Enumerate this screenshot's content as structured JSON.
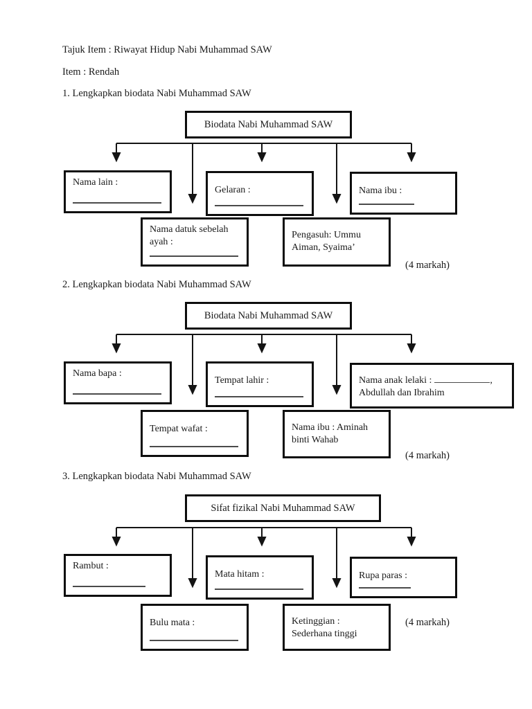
{
  "page": {
    "title_line": "Tajuk Item : Riwayat Hidup Nabi Muhammad SAW",
    "item_line": "Item : Rendah"
  },
  "colors": {
    "box_border": "#0d0d0d",
    "text": "#1a1a1a",
    "blank_line": "#4a4a4a",
    "background": "#ffffff"
  },
  "sections": [
    {
      "prompt": "1. Lengkapkan biodata Nabi Muhammad SAW",
      "top_box": "Biodata Nabi Muhammad SAW",
      "marks": "(4 markah)",
      "boxes": {
        "r1b1": {
          "label": "Nama lain :"
        },
        "r1b2": {
          "label": "Gelaran :"
        },
        "r1b3": {
          "label": "Nama ibu :"
        },
        "r2b1": {
          "line1": "Nama datuk sebelah",
          "line2": "ayah :"
        },
        "r2b2": {
          "line1": "Pengasuh: Ummu",
          "line2": "Aiman, Syaima’"
        }
      }
    },
    {
      "prompt": "2. Lengkapkan biodata Nabi Muhammad SAW",
      "top_box": "Biodata Nabi Muhammad SAW",
      "marks": "(4 markah)",
      "boxes": {
        "r1b1": {
          "label": "Nama bapa :"
        },
        "r1b2": {
          "label": "Tempat lahir :"
        },
        "r1b3": {
          "prefix": "Nama anak lelaki :",
          "suffix": ",",
          "line2": "Abdullah dan Ibrahim"
        },
        "r2b1": {
          "line1": "Tempat wafat :"
        },
        "r2b2": {
          "line1": "Nama ibu : Aminah",
          "line2": "binti Wahab"
        }
      }
    },
    {
      "prompt": "3. Lengkapkan biodata Nabi Muhammad SAW",
      "top_box": "Sifat fizikal Nabi Muhammad SAW",
      "marks": "(4 markah)",
      "boxes": {
        "r1b1": {
          "label": "Rambut :"
        },
        "r1b2": {
          "label": "Mata hitam :"
        },
        "r1b3": {
          "label": "Rupa paras :"
        },
        "r2b1": {
          "line1": "Bulu mata :"
        },
        "r2b2": {
          "line1": "Ketinggian :",
          "line2": "Sederhana tinggi"
        }
      }
    }
  ]
}
